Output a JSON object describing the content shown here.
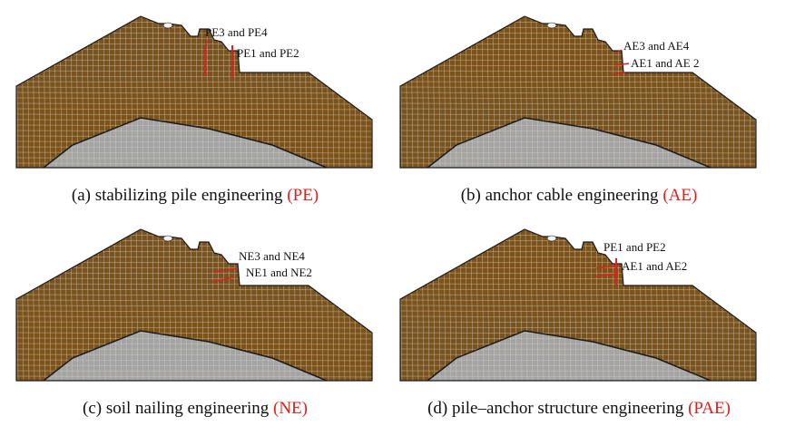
{
  "colors": {
    "soil": "#7a521c",
    "bedrock": "#a4a4a4",
    "mesh": "#d9d2c4",
    "outline": "#1a1a1a",
    "reinforcement": "#e0201b",
    "abbr": "#e0201b"
  },
  "panels": [
    {
      "caption": "(a) stabilizing pile engineering ",
      "abbr": "(PE)",
      "labels": [
        "PE3 and PE4",
        "PE1 and PE2"
      ]
    },
    {
      "caption": "(b) anchor cable engineering ",
      "abbr": "(AE)",
      "labels": [
        "AE3 and AE4",
        "AE1 and AE 2"
      ]
    },
    {
      "caption": "(c) soil nailing engineering ",
      "abbr": "(NE)",
      "labels": [
        "NE3 and NE4",
        "NE1 and NE2"
      ]
    },
    {
      "caption": "(d) pile–anchor structure engineering ",
      "abbr": "(PAE)",
      "labels": [
        "PE1 and PE2",
        "AE1 and AE2"
      ]
    }
  ]
}
